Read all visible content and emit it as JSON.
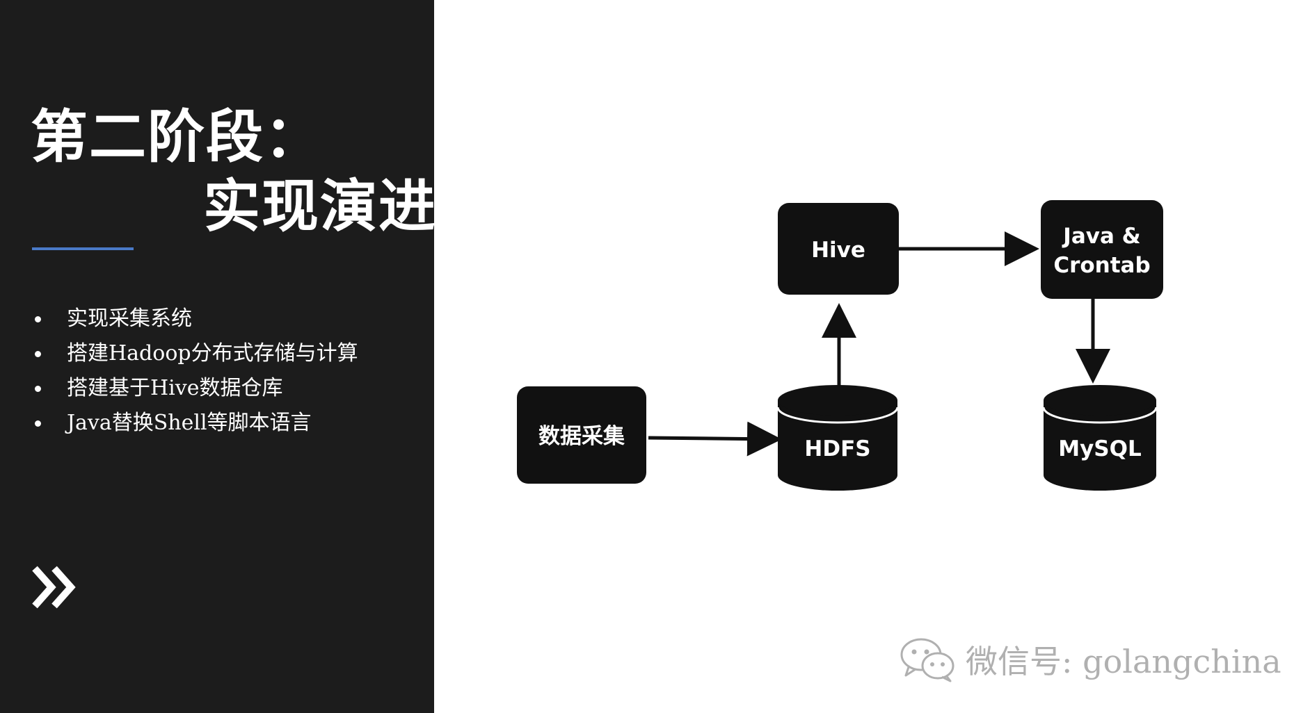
{
  "slide": {
    "title_line1": "第二阶段：",
    "title_line2": "实现演进",
    "accent_color": "#4a7ac8",
    "bullets": [
      "实现采集系统",
      "搭建Hadoop分布式存储与计算",
      "搭建基于Hive数据仓库",
      "Java替换Shell等脚本语言"
    ],
    "nav_icon": "double-chevron-right-icon"
  },
  "diagram": {
    "nodes": {
      "collect": "数据采集",
      "hdfs": "HDFS",
      "hive": "Hive",
      "java_line1": "Java &",
      "java_line2": "Crontab",
      "mysql": "MySQL"
    },
    "edges": [
      {
        "from": "数据采集",
        "to": "HDFS"
      },
      {
        "from": "HDFS",
        "to": "Hive"
      },
      {
        "from": "Hive",
        "to": "Java & Crontab"
      },
      {
        "from": "Java & Crontab",
        "to": "MySQL"
      }
    ]
  },
  "watermark": {
    "icon": "wechat-icon",
    "text": "微信号: golangchina"
  }
}
